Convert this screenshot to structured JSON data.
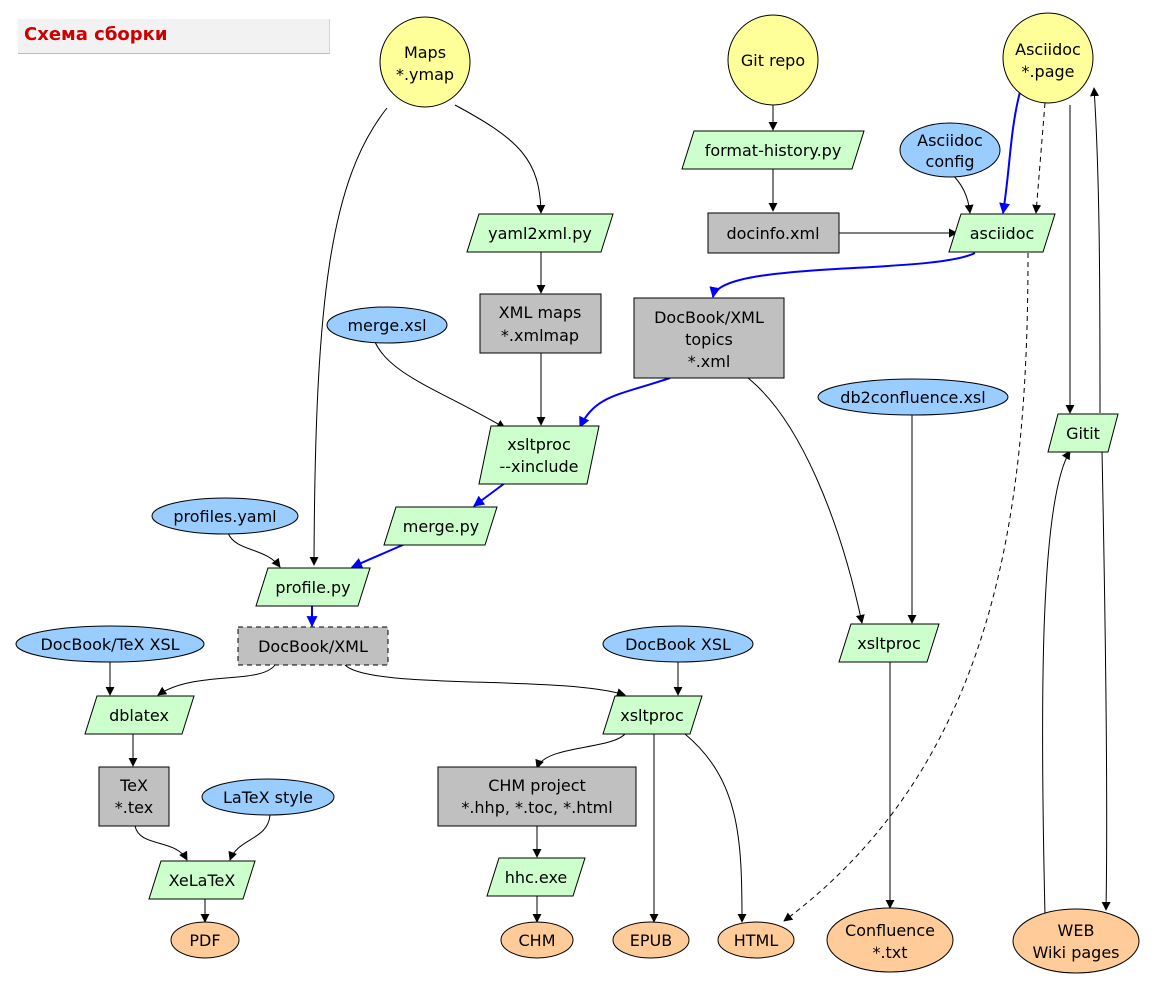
{
  "title": "Схема сборки",
  "nodes": {
    "maps": [
      "Maps",
      "*.ymap"
    ],
    "git_repo": [
      "Git repo"
    ],
    "asciidoc_page": [
      "Asciidoc",
      "*.page"
    ],
    "format_history": [
      "format-history.py"
    ],
    "asciidoc_config": [
      "Asciidoc",
      "config"
    ],
    "yaml2xml": [
      "yaml2xml.py"
    ],
    "docinfo": [
      "docinfo.xml"
    ],
    "asciidoc_tool": [
      "asciidoc"
    ],
    "xml_maps": [
      "XML maps",
      "*.xmlmap"
    ],
    "merge_xsl": [
      "merge.xsl"
    ],
    "docbook_topics": [
      "DocBook/XML",
      "topics",
      "*.xml"
    ],
    "db2confluence": [
      "db2confluence.xsl"
    ],
    "xsltproc_xinclude": [
      "xsltproc",
      "--xinclude"
    ],
    "gitit": [
      "Gitit"
    ],
    "profiles_yaml": [
      "profiles.yaml"
    ],
    "merge_py": [
      "merge.py"
    ],
    "profile_py": [
      "profile.py"
    ],
    "docbook_tex_xsl": [
      "DocBook/TeX XSL"
    ],
    "docbook_xml": [
      "DocBook/XML"
    ],
    "docbook_xsl": [
      "DocBook XSL"
    ],
    "xsltproc_confluence": [
      "xsltproc"
    ],
    "dblatex": [
      "dblatex"
    ],
    "xsltproc_html": [
      "xsltproc"
    ],
    "tex": [
      "TeX",
      "*.tex"
    ],
    "latex_style": [
      "LaTeX style"
    ],
    "chm_project": [
      "CHM project",
      "*.hhp, *.toc, *.html"
    ],
    "xelatex": [
      "XeLaTeX"
    ],
    "hhc": [
      "hhc.exe"
    ],
    "pdf": [
      "PDF"
    ],
    "chm": [
      "CHM"
    ],
    "epub": [
      "EPUB"
    ],
    "html": [
      "HTML"
    ],
    "confluence": [
      "Confluence",
      "*.txt"
    ],
    "web": [
      "WEB",
      "Wiki pages"
    ]
  },
  "colors": {
    "source": "#ffff99",
    "config": "#99ccff",
    "tool": "#ccffcc",
    "intermediate": "#c0c0c0",
    "output": "#ffcc99",
    "highlight_edge": "#0000ff",
    "title": "#cc0000"
  }
}
